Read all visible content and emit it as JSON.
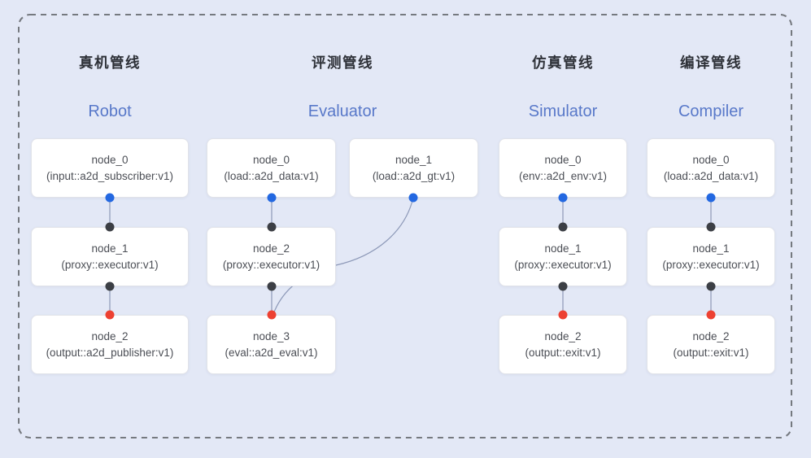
{
  "colors": {
    "background": "#e3e8f6",
    "frame": "#75797f",
    "card_bg": "#ffffff",
    "card_border": "#e1e3e9",
    "title_zh": "#2e3138",
    "title_en": "#5878c9",
    "node_text": "#4b4e55",
    "edge": "#8d99b8",
    "port_blue": "#2368e1",
    "port_black": "#3c3f45",
    "port_red": "#ed4132"
  },
  "pipelines": [
    {
      "title_zh": "真机管线",
      "title_en": "Robot",
      "nodes": [
        {
          "name": "node_0",
          "detail": "(input::a2d_subscriber:v1)"
        },
        {
          "name": "node_1",
          "detail": "(proxy::executor:v1)"
        },
        {
          "name": "node_2",
          "detail": "(output::a2d_publisher:v1)"
        }
      ]
    },
    {
      "title_zh": "评测管线",
      "title_en": "Evaluator",
      "nodes": [
        {
          "name": "node_0",
          "detail": "(load::a2d_data:v1)"
        },
        {
          "name": "node_1",
          "detail": "(load::a2d_gt:v1)"
        },
        {
          "name": "node_2",
          "detail": "(proxy::executor:v1)"
        },
        {
          "name": "node_3",
          "detail": "(eval::a2d_eval:v1)"
        }
      ]
    },
    {
      "title_zh": "仿真管线",
      "title_en": "Simulator",
      "nodes": [
        {
          "name": "node_0",
          "detail": "(env::a2d_env:v1)"
        },
        {
          "name": "node_1",
          "detail": "(proxy::executor:v1)"
        },
        {
          "name": "node_2",
          "detail": "(output::exit:v1)"
        }
      ]
    },
    {
      "title_zh": "编译管线",
      "title_en": "Compiler",
      "nodes": [
        {
          "name": "node_0",
          "detail": "(load::a2d_data:v1)"
        },
        {
          "name": "node_1",
          "detail": "(proxy::executor:v1)"
        },
        {
          "name": "node_2",
          "detail": "(output::exit:v1)"
        }
      ]
    }
  ],
  "edges": [
    {
      "pipeline": "Robot",
      "from": "node_0",
      "to": "node_1",
      "shape": "straight"
    },
    {
      "pipeline": "Robot",
      "from": "node_1",
      "to": "node_2",
      "shape": "straight"
    },
    {
      "pipeline": "Evaluator",
      "from": "node_0",
      "to": "node_2",
      "shape": "straight"
    },
    {
      "pipeline": "Evaluator",
      "from": "node_1",
      "to": "node_3",
      "shape": "curved"
    },
    {
      "pipeline": "Evaluator",
      "from": "node_2",
      "to": "node_3",
      "shape": "straight"
    },
    {
      "pipeline": "Simulator",
      "from": "node_0",
      "to": "node_1",
      "shape": "straight"
    },
    {
      "pipeline": "Simulator",
      "from": "node_1",
      "to": "node_2",
      "shape": "straight"
    },
    {
      "pipeline": "Compiler",
      "from": "node_0",
      "to": "node_1",
      "shape": "straight"
    },
    {
      "pipeline": "Compiler",
      "from": "node_1",
      "to": "node_2",
      "shape": "straight"
    }
  ]
}
